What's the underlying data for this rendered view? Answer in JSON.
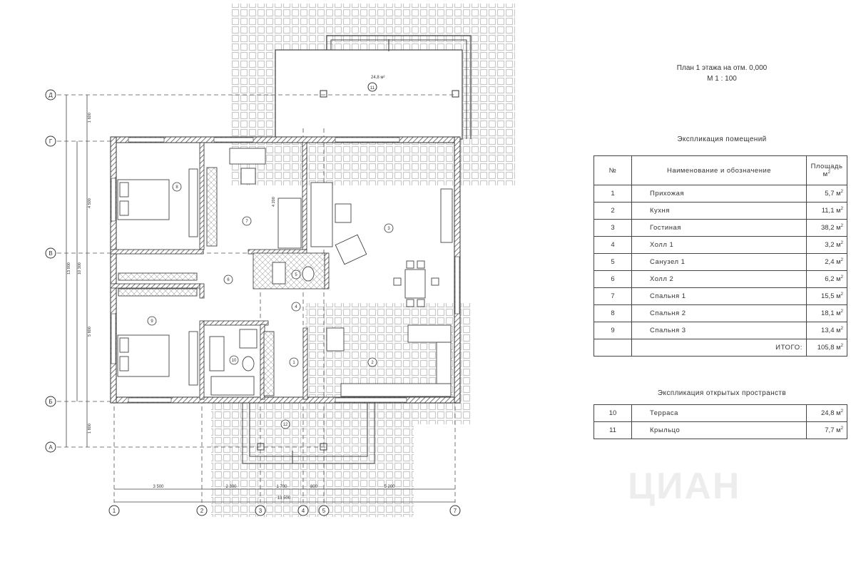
{
  "plan": {
    "title_line1": "План 1 этажа на отм. 0,000",
    "title_line2": "М 1 : 100",
    "axes_horizontal": [
      "Д",
      "Г",
      "В",
      "Б",
      "А"
    ],
    "axes_vertical": [
      "1",
      "2",
      "3",
      "4",
      "5",
      "7"
    ],
    "dims_bottom": [
      "3 500",
      "2 300",
      "1 700",
      "800",
      "5 200"
    ],
    "dim_overall_bottom": "13 500",
    "dims_left": [
      "1 600",
      "4 500",
      "5 800",
      "1 800"
    ],
    "dims_left_mid": "10 300",
    "dim_overall_left": "13 900",
    "dim_interior": "4 200",
    "porch_area": "24,8 м²",
    "room_markers": [
      "1",
      "2",
      "3",
      "4",
      "5",
      "6",
      "7",
      "8",
      "9",
      "10",
      "11",
      "12"
    ]
  },
  "rooms_table": {
    "title": "Экспликация помещений",
    "headers": {
      "num": "№",
      "name": "Наименование и обозначение",
      "area": "Площадь"
    },
    "area_unit": "м",
    "area_unit_sup": "2",
    "rows": [
      {
        "num": "1",
        "name": "Прихожая",
        "area": "5,7 м"
      },
      {
        "num": "2",
        "name": "Кухня",
        "area": "11,1 м"
      },
      {
        "num": "3",
        "name": "Гостиная",
        "area": "38,2 м"
      },
      {
        "num": "4",
        "name": "Холл 1",
        "area": "3,2 м"
      },
      {
        "num": "5",
        "name": "Санузел 1",
        "area": "2,4 м"
      },
      {
        "num": "6",
        "name": "Холл 2",
        "area": "6,2 м"
      },
      {
        "num": "7",
        "name": "Спальня 1",
        "area": "15,5 м"
      },
      {
        "num": "8",
        "name": "Спальня 2",
        "area": "18,1 м"
      },
      {
        "num": "9",
        "name": "Спальня 3",
        "area": "13,4 м"
      }
    ],
    "total_label": "ИТОГО:",
    "total_value": "105,8 м"
  },
  "open_table": {
    "title": "Экспликация открытых пространств",
    "rows": [
      {
        "num": "10",
        "name": "Терраса",
        "area": "24,8 м"
      },
      {
        "num": "11",
        "name": "Крыльцо",
        "area": "7,7 м"
      }
    ]
  },
  "watermark": "ЦИАН"
}
